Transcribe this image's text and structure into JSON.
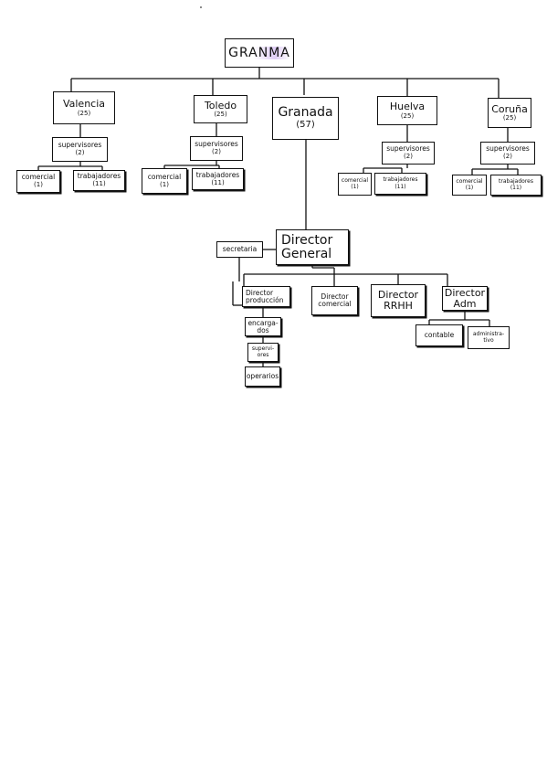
{
  "diagram": {
    "root": {
      "label": "GRANMA",
      "highlight_color": "#dcc8f5"
    },
    "branches": [
      {
        "id": "valencia",
        "label": "Valencia",
        "count": "(25)",
        "supervisores": {
          "label": "supervisores",
          "count": "(2)"
        },
        "comercial": {
          "label": "comercial",
          "count": "(1)"
        },
        "trabajadores": {
          "label": "trabajadores",
          "count": "(11)"
        }
      },
      {
        "id": "toledo",
        "label": "Toledo",
        "count": "(25)",
        "supervisores": {
          "label": "supervisores",
          "count": "(2)"
        },
        "comercial": {
          "label": "comercial",
          "count": "(1)"
        },
        "trabajadores": {
          "label": "trabajadores",
          "count": "(11)"
        }
      },
      {
        "id": "granada",
        "label": "Granada",
        "count": "(57)"
      },
      {
        "id": "huelva",
        "label": "Huelva",
        "count": "(25)",
        "supervisores": {
          "label": "supervisores",
          "count": "(2)"
        },
        "comercial": {
          "label": "comercial",
          "count": "(1)"
        },
        "trabajadores": {
          "label": "trabajadores",
          "count": "(11)"
        }
      },
      {
        "id": "coruna",
        "label": "Coruña",
        "count": "(25)",
        "supervisores": {
          "label": "supervisores",
          "count": "(2)"
        },
        "comercial": {
          "label": "comercial",
          "count": "(1)"
        },
        "trabajadores": {
          "label": "trabajadores",
          "count": "(11)"
        }
      }
    ],
    "granada": {
      "director_general": "Director General",
      "secretaria": "secretaria",
      "director_produccion": "Director producción",
      "encargados": "encarga-dos",
      "supervisores": "supervi-ores",
      "operarios": "operarios",
      "director_comercial": "Director comercial",
      "director_rrhh": "Director RRHH",
      "director_adm": "Director Adm",
      "contable": "contable",
      "administrativo": "administra-tivo"
    }
  }
}
